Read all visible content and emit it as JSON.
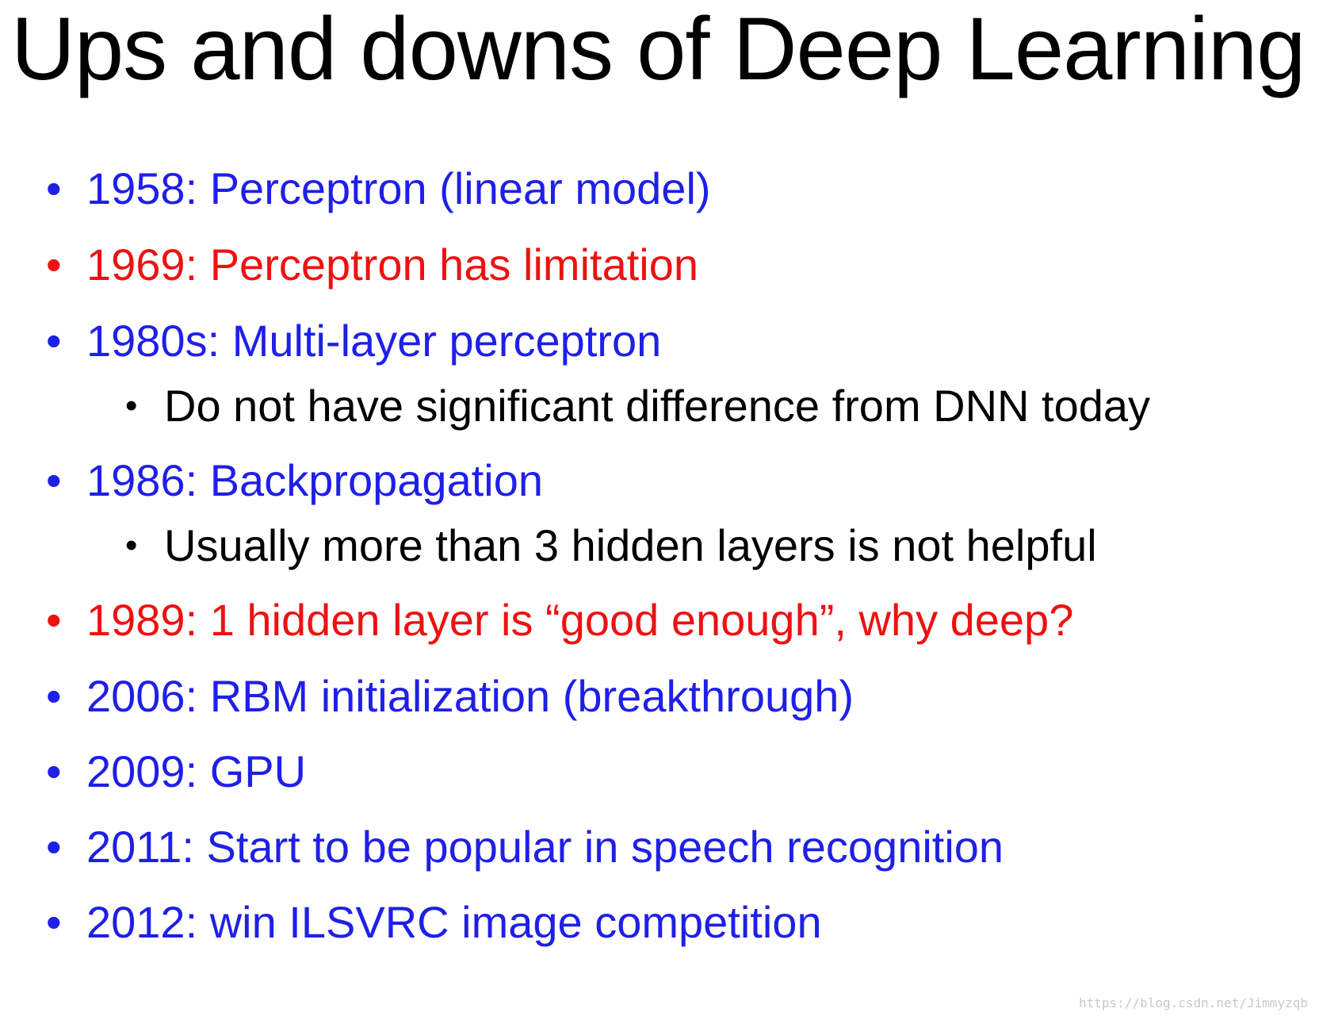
{
  "title": "Ups and downs of Deep Learning",
  "colors": {
    "blue": "#1f1fe8",
    "red": "#ee1111",
    "black": "#000000"
  },
  "bullets": [
    {
      "text": "1958: Perceptron (linear model)",
      "color": "blue"
    },
    {
      "text": "1969: Perceptron has limitation",
      "color": "red"
    },
    {
      "text": "1980s: Multi-layer perceptron",
      "color": "blue"
    },
    {
      "text": "Do not have significant difference from DNN today",
      "color": "black"
    },
    {
      "text": "1986: Backpropagation",
      "color": "blue"
    },
    {
      "text": "Usually more than 3 hidden layers is not helpful",
      "color": "black"
    },
    {
      "text": "1989: 1 hidden layer is “good enough”, why deep?",
      "color": "red"
    },
    {
      "text": "2006: RBM initialization (breakthrough)",
      "color": "blue"
    },
    {
      "text": "2009: GPU",
      "color": "blue"
    },
    {
      "text": "2011: Start to be popular in speech recognition",
      "color": "blue"
    },
    {
      "text": "2012: win ILSVRC image competition",
      "color": "blue"
    }
  ],
  "bullet_glyph": "•",
  "watermark": "https://blog.csdn.net/Jimmyzqb"
}
